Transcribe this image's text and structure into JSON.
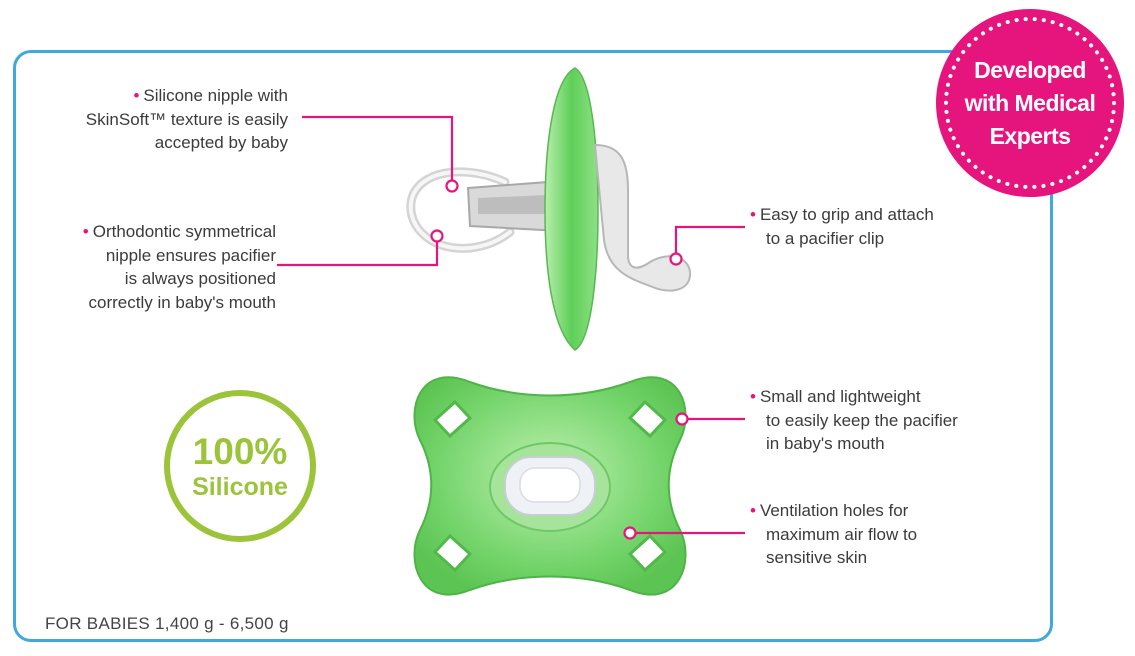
{
  "features": [
    {
      "id": "nipple-texture",
      "lines": [
        "Silicone nipple with",
        "SkinSoft™ texture is easily",
        "accepted by baby"
      ]
    },
    {
      "id": "orthodontic",
      "lines": [
        "Orthodontic symmetrical",
        "nipple ensures pacifier",
        "is always positioned",
        "correctly in baby's mouth"
      ]
    },
    {
      "id": "grip",
      "lines": [
        "Easy to grip and attach",
        "to a pacifier clip"
      ]
    },
    {
      "id": "lightweight",
      "lines": [
        "Small and lightweight",
        "to easily keep the pacifier",
        "in baby's mouth"
      ]
    },
    {
      "id": "ventilation",
      "lines": [
        "Ventilation holes for",
        "maximum air flow to",
        "sensitive skin"
      ]
    }
  ],
  "badge": {
    "lines": [
      "Developed",
      "with Medical",
      "Experts"
    ],
    "color": "#e6147d"
  },
  "silicone_stamp": {
    "percent": "100%",
    "word": "Silicone",
    "color": "#9cc43a"
  },
  "footer": {
    "text": "FOR BABIES 1,400 g - 6,500 g"
  },
  "colors": {
    "frame": "#3fa9dc",
    "accent": "#e6147d",
    "pacifier_green": "#6fd06a"
  }
}
